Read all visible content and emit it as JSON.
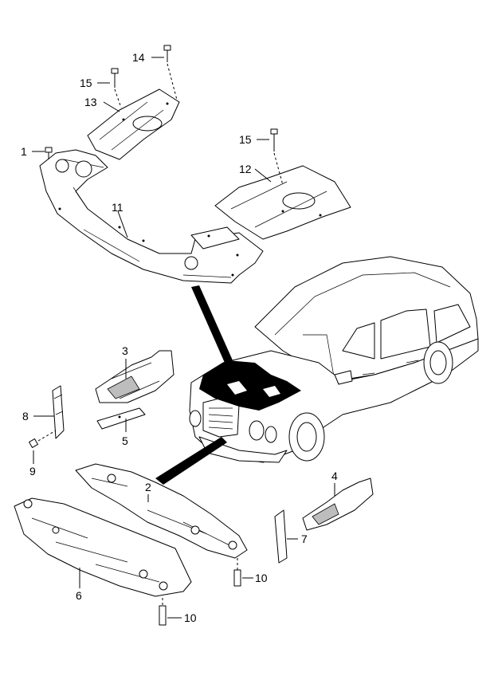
{
  "callouts": {
    "c1": "1",
    "c2": "2",
    "c3": "3",
    "c4": "4",
    "c5": "5",
    "c6": "6",
    "c7": "7",
    "c8": "8",
    "c9": "9",
    "c10a": "10",
    "c10b": "10",
    "c11": "11",
    "c12": "12",
    "c13": "13",
    "c14": "14",
    "c15a": "15",
    "c15b": "15"
  }
}
